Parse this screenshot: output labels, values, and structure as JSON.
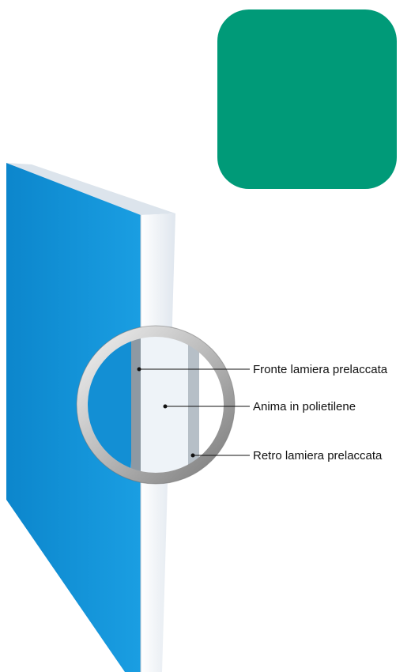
{
  "swatch": {
    "color": "#009a78"
  },
  "panel": {
    "front_color": "#0f92d6",
    "edge_color": "#eef3f8",
    "core_color": "#e9eff5"
  },
  "callouts": [
    {
      "id": "front",
      "label": "Fronte lamiera prelaccata"
    },
    {
      "id": "core",
      "label": "Anima in polietilene"
    },
    {
      "id": "back",
      "label": "Retro lamiera prelaccata"
    }
  ]
}
